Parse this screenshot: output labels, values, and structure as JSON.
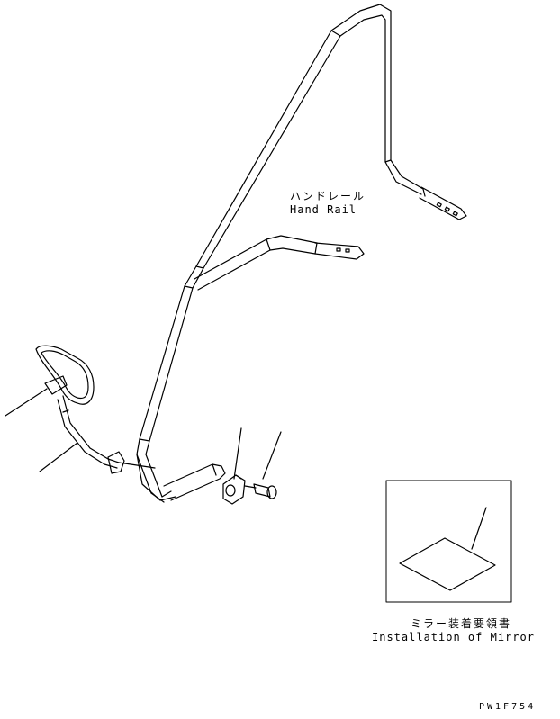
{
  "labels": {
    "handrail_jp": "ハンドレール",
    "handrail_en": "Hand Rail",
    "mirror_jp": "ミラー装着要領書",
    "mirror_en": "Installation of Mirror",
    "drawing_code": "PW1F754"
  }
}
